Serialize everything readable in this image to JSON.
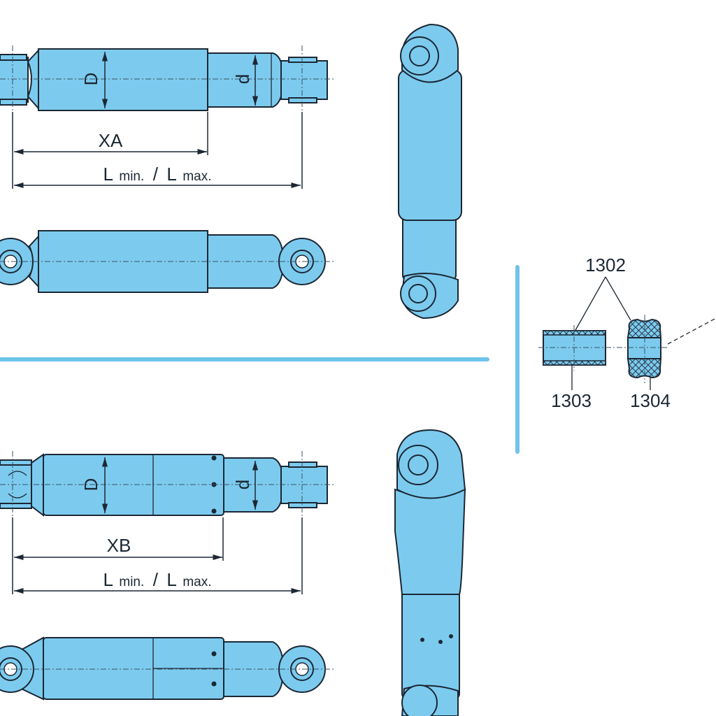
{
  "colors": {
    "part_fill": "#7ccbef",
    "outline": "#1c2733",
    "separator": "#6ec3ea"
  },
  "variant_a": {
    "diameter_label": "D",
    "rod_diameter_label": "d",
    "xa_label": "XA",
    "length_label": {
      "l1": "L",
      "min": "min.",
      "slash": "/",
      "l2": "L",
      "max": "max."
    }
  },
  "variant_b": {
    "diameter_label": "D",
    "rod_diameter_label": "d",
    "xb_label": "XB",
    "length_label": {
      "l1": "L",
      "min": "min.",
      "slash": "/",
      "l2": "L",
      "max": "max."
    }
  },
  "bushings": {
    "set_label": "1302",
    "sleeve_label": "1303",
    "rubber_label": "1304"
  }
}
